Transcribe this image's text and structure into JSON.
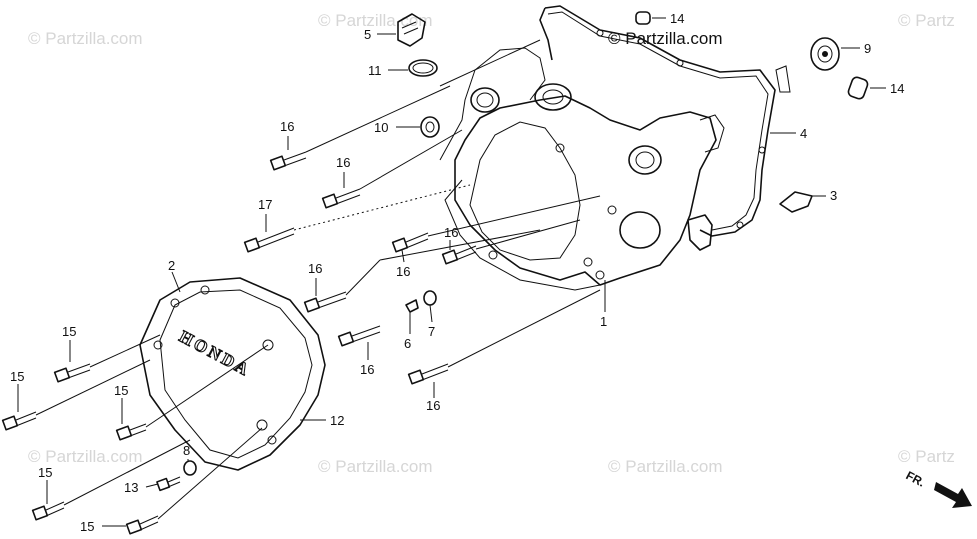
{
  "watermarks": {
    "text": "© Partzilla.com",
    "top_left": "© Partzilla.com",
    "top_mid": "© Partzilla.com",
    "top_right": "© Partz",
    "bottom_left": "© Partzilla.com",
    "bottom_mid": "© Partzilla.com",
    "bottom_mid2": "© Partzilla.com",
    "bottom_right": "© Partz"
  },
  "brand_text": "© Partzilla.com",
  "cover_emblem": "HONDA",
  "direction_label": "FR.",
  "callouts": {
    "c1": "1",
    "c2": "2",
    "c3": "3",
    "c4": "4",
    "c5": "5",
    "c6": "6",
    "c7": "7",
    "c8": "8",
    "c9": "9",
    "c10": "10",
    "c11": "11",
    "c12": "12",
    "c13": "13",
    "c14a": "14",
    "c14b": "14",
    "c15a": "15",
    "c15b": "15",
    "c15c": "15",
    "c15d": "15",
    "c15e": "15",
    "c16a": "16",
    "c16b": "16",
    "c16c": "16",
    "c16d": "16",
    "c16e": "16",
    "c16f": "16",
    "c16g": "16",
    "c17": "17"
  }
}
